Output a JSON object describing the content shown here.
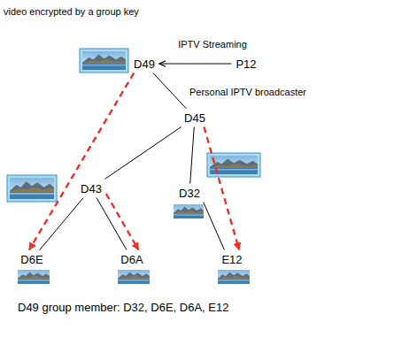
{
  "diagram": {
    "nodes": [
      {
        "text": [
          "D49"
        ]
      },
      {
        "text": [
          "P12"
        ]
      },
      {
        "text": [
          "D45"
        ]
      },
      {
        "text": [
          "D43"
        ]
      },
      {
        "text": [
          "D32"
        ]
      },
      {
        "text": [
          "D6E"
        ]
      },
      {
        "text": [
          "D6A"
        ]
      },
      {
        "text": [
          "E12"
        ]
      }
    ],
    "edges": [
      {
        "from": 1,
        "to": 0,
        "arrow": "to",
        "label": "IPTV Streaming"
      },
      {
        "from": 0,
        "to": 2,
        "arrow": "none"
      },
      {
        "from": 2,
        "to": 3,
        "arrow": "none"
      },
      {
        "from": 2,
        "to": 4,
        "arrow": "none"
      },
      {
        "from": 3,
        "to": 5,
        "arrow": "none"
      },
      {
        "from": 3,
        "to": 6,
        "arrow": "none"
      },
      {
        "from": 4,
        "to": 7,
        "arrow": "none"
      },
      {
        "from": 0,
        "to": 5,
        "arrow": "to"
      },
      {
        "from": 3,
        "to": 6,
        "arrow": "to"
      },
      {
        "from": 2,
        "to": 7,
        "arrow": "to"
      }
    ],
    "labels": [
      "video encrypted by a group key",
      "Personal IPTV broadcaster",
      "D49 group member: D32, D6E, D6A, E12"
    ]
  }
}
